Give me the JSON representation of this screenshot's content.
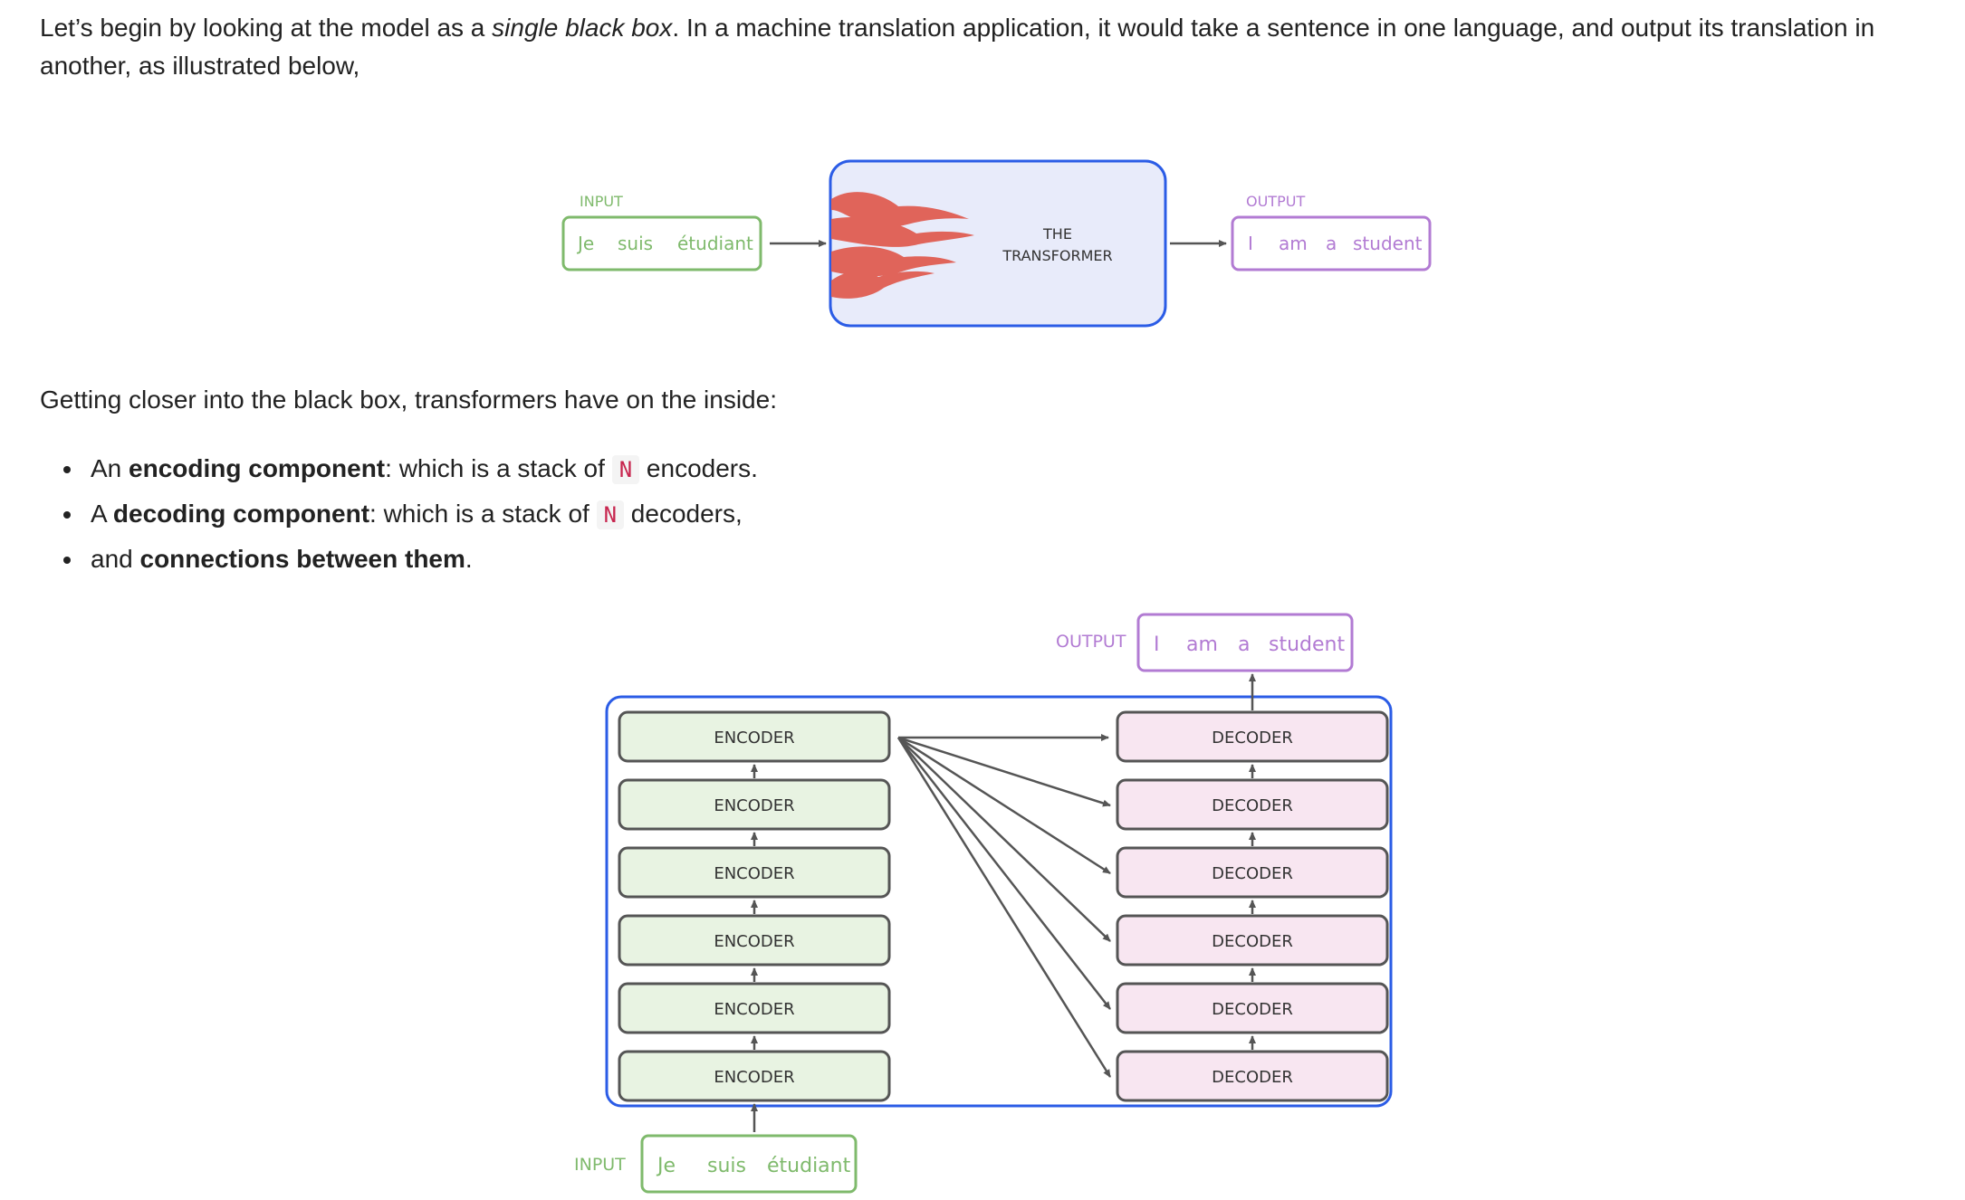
{
  "intro": {
    "before": "Let’s begin by looking at the model as a ",
    "emph": "single black box",
    "after": ". In a machine translation application, it would take a sentence in one language, and output its translation in another, as illustrated below,"
  },
  "section2": {
    "text": "Getting closer into the black box, transformers have on the inside:"
  },
  "bullets": [
    {
      "pre": "An ",
      "bold": "encoding component",
      "mid": ": which is a stack of ",
      "code": "N",
      "post": " encoders."
    },
    {
      "pre": "A ",
      "bold": "decoding component",
      "mid": ": which is a stack of ",
      "code": "N",
      "post": " decoders,"
    },
    {
      "pre": "and ",
      "bold": "connections between them",
      "mid": ".",
      "code": "",
      "post": ""
    }
  ],
  "fig1": {
    "input_label": "INPUT",
    "input_words": [
      "Je",
      "suis",
      "étudiant"
    ],
    "box_line1": "THE",
    "box_line2": "TRANSFORMER",
    "output_label": "OUTPUT",
    "output_words": [
      "I",
      "am",
      "a",
      "student"
    ]
  },
  "fig2": {
    "encoder_label": "ENCODER",
    "decoder_label": "DECODER",
    "encoder_count": 6,
    "decoder_count": 6,
    "input_label": "INPUT",
    "input_words": [
      "Je",
      "suis",
      "étudiant"
    ],
    "output_label": "OUTPUT",
    "output_words": [
      "I",
      "am",
      "a",
      "student"
    ]
  },
  "colors": {
    "input_green": "#7fba6c",
    "output_purple": "#b27bd3",
    "transformer_fill": "#e8ebfa",
    "transformer_border": "#2b5ce6",
    "flame": "#e0645a",
    "encoder_fill": "#e8f3e2",
    "decoder_fill": "#f8e6f1",
    "stack_border": "#555555"
  }
}
